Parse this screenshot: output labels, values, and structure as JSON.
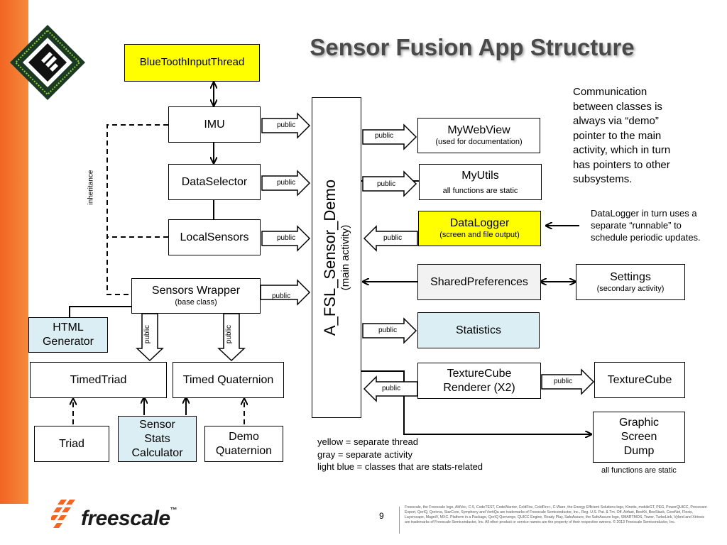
{
  "slide": {
    "title": "Sensor Fusion App Structure",
    "page_number": "9",
    "brand": "freescale",
    "trademark": "™",
    "legal": "Freescale, the Freescale logo, AltiVec, C-5, CodeTEST, CodeWarrior, ColdFire, ColdFire+, C-Ware, the Energy Efficient Solutions logo, Kinetis, mobileGT, PEG, PowerQUICC, Processor Expert, QorIQ, Qorivva, StarCore, Symphony and VortiQa are trademarks of Freescale Semiconductor, Inc., Reg. U.S. Pat. & Tm. Off. Airfast, BeeKit, BeeStack, CoreNet, Flexis, Layerscape, MagniV, MXC, Platform in a Package, QorIQ Qonverge, QUICC Engine, Ready Play, SafeAssure, the SafeAssure logo, SMARTMOS, Tower, TurboLink, Vybrid and Xtrinsic are trademarks of Freescale Semiconductor, Inc. All other product or service names are the property of their respective owners. © 2013 Freescale Semiconductor, Inc.",
    "colors": {
      "accent_orange": "#f26522",
      "yellow": "#ffff00",
      "gray": "#f2f2f2",
      "light_blue": "#dbeef4"
    }
  },
  "diagram": {
    "main_activity": {
      "name": "A_FSL_Sensor_Demo",
      "sub": "(main activity)"
    },
    "boxes": {
      "bluetooth": "BlueToothInputThread",
      "imu": "IMU",
      "dataselector": "DataSelector",
      "localsensors": "LocalSensors",
      "sensors_wrapper": {
        "name": "Sensors Wrapper",
        "sub": "(base class)"
      },
      "html_generator": {
        "line1": "HTML",
        "line2": "Generator"
      },
      "timedtriad": "TimedTriad",
      "timed_quaternion": "Timed Quaternion",
      "triad": "Triad",
      "sensor_stats": {
        "line1": "Sensor",
        "line2": "Stats",
        "line3": "Calculator"
      },
      "demo_quaternion": {
        "line1": "Demo",
        "line2": "Quaternion"
      },
      "mywebview": {
        "name": "MyWebView",
        "sub": "(used for documentation)"
      },
      "myutils": {
        "name": "MyUtils",
        "sub": "all functions are static"
      },
      "datalogger": {
        "name": "DataLogger",
        "sub": "(screen and file output)"
      },
      "sharedprefs": "SharedPreferences",
      "settings": {
        "name": "Settings",
        "sub": "(secondary activity)"
      },
      "statistics": "Statistics",
      "texturecube_renderer": {
        "line1": "TextureCube",
        "line2": "Renderer (X2)"
      },
      "texturecube": "TextureCube",
      "graphic_dump": {
        "line1": "Graphic",
        "line2": "Screen",
        "line3": "Dump"
      }
    },
    "labels": {
      "public": "public",
      "inheritance": "inheritance",
      "dump_static": "all functions are static"
    },
    "notes": {
      "communication": [
        "Communication",
        "between classes is",
        "always via “demo”",
        "pointer to the main",
        "activity, which in turn",
        "has pointers to other",
        "subsystems."
      ],
      "datalogger": [
        "DataLogger in turn uses a",
        "separate “runnable” to",
        "schedule periodic updates."
      ],
      "legend": [
        "yellow = separate thread",
        "gray = separate activity",
        "light blue = classes that are stats-related"
      ]
    }
  }
}
